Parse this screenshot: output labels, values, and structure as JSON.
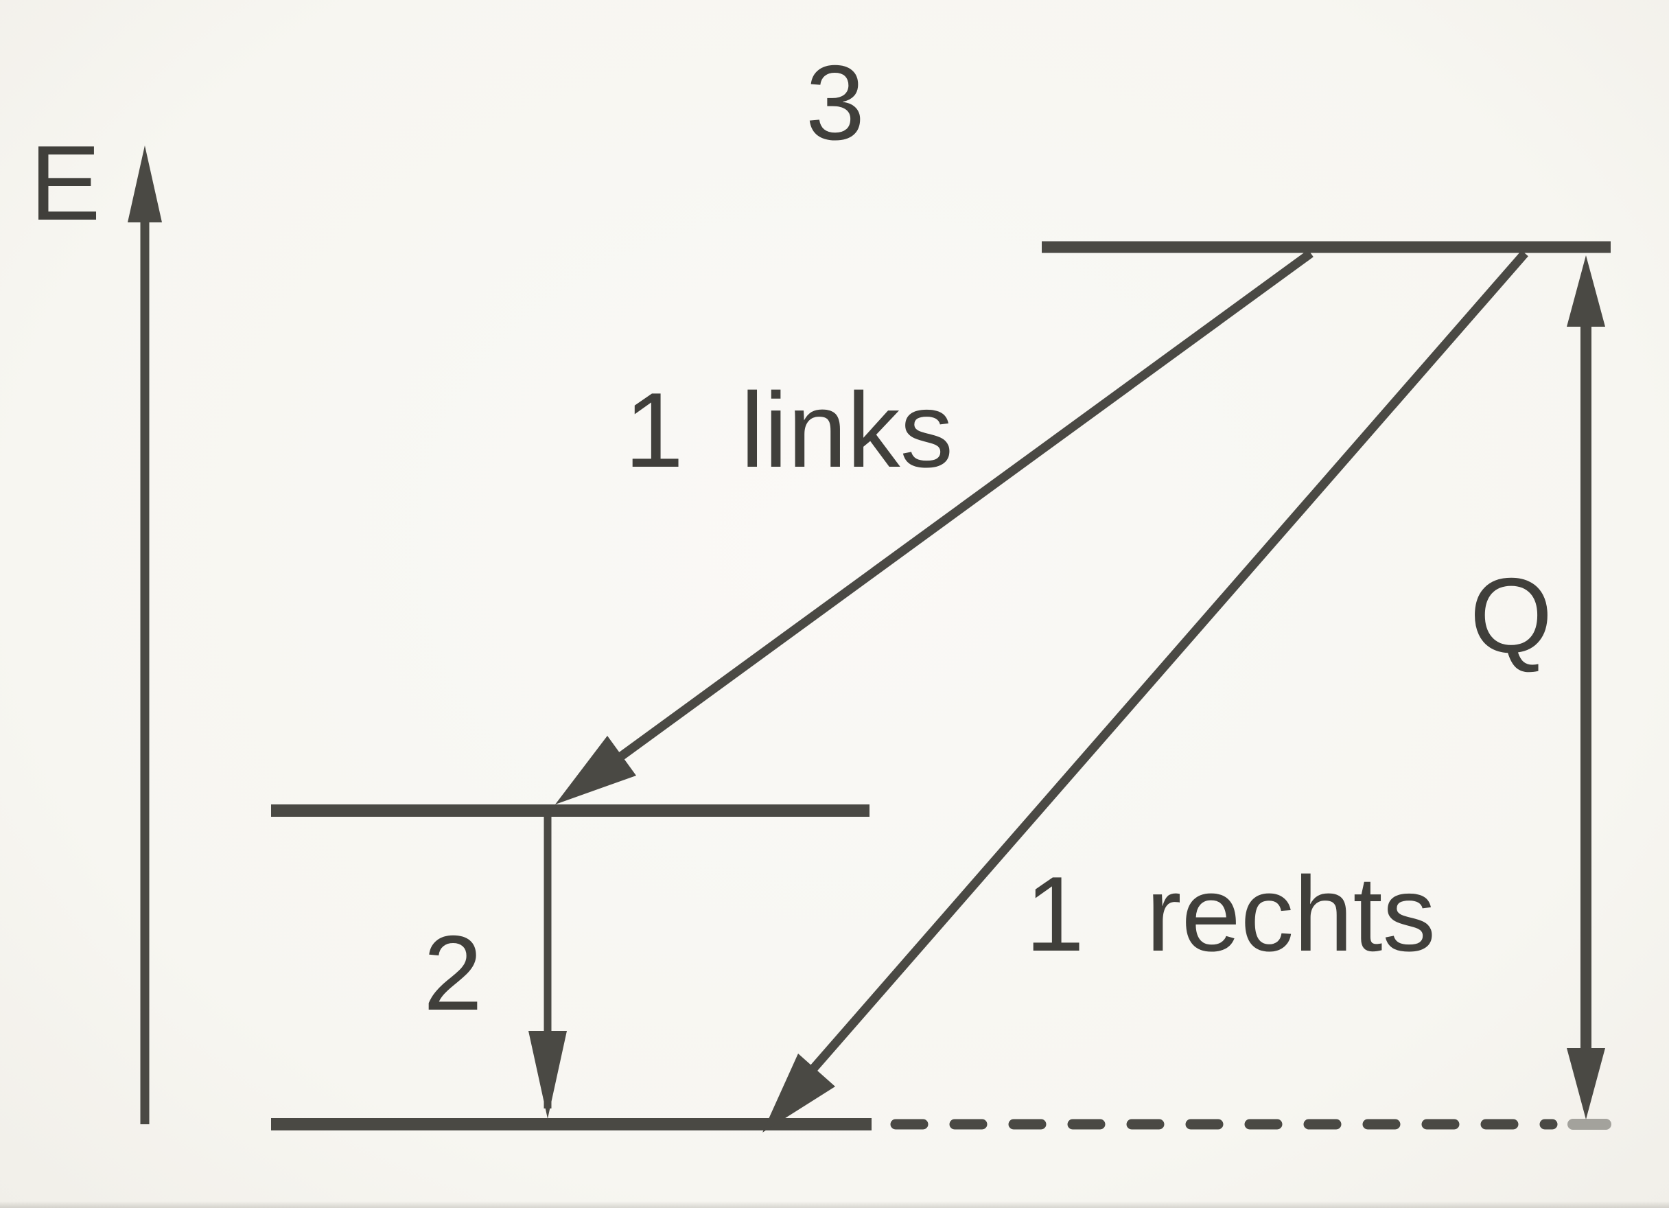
{
  "colors": {
    "paper": "#f8f7f3",
    "ink": "#4a4944",
    "text_ink": "#403f3b",
    "faded_dash": "#a3a29c"
  },
  "labels": {
    "axis": "E",
    "level_top": "3",
    "transition_links_number": "1",
    "transition_links_word": "links",
    "transition_rechts_number": "1",
    "transition_rechts_word": "rechts",
    "transition_down_number": "2",
    "energy_release": "Q"
  }
}
